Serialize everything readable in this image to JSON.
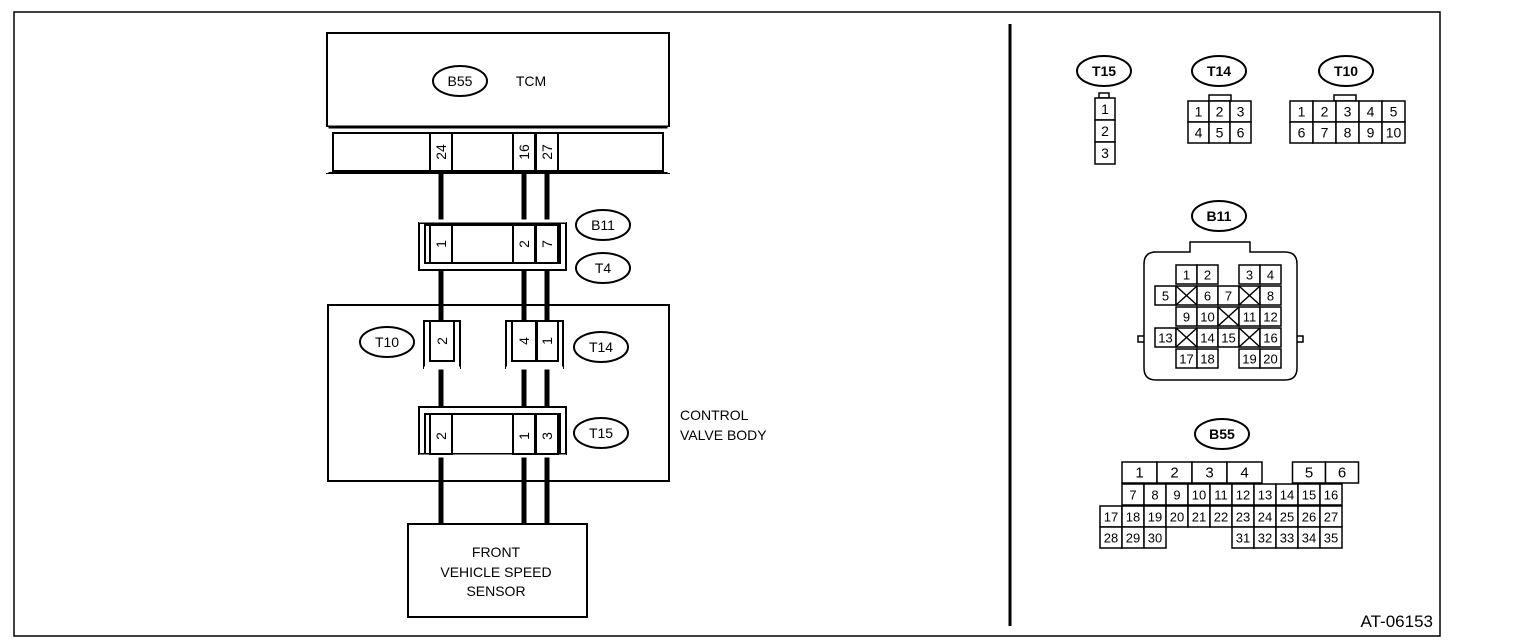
{
  "tcm": {
    "connector": "B55",
    "label": "TCM",
    "pins": [
      "24",
      "16",
      "27"
    ]
  },
  "b11_t4": {
    "connectors": [
      "B11",
      "T4"
    ],
    "pins": [
      "1",
      "2",
      "7"
    ]
  },
  "valve_body": {
    "label_line1": "CONTROL",
    "label_line2": "VALVE BODY",
    "t10": {
      "connector": "T10",
      "pins": [
        "2"
      ]
    },
    "t14": {
      "connector": "T14",
      "pins": [
        "4",
        "1"
      ]
    },
    "t15": {
      "connector": "T15",
      "pins": [
        "2",
        "1",
        "3"
      ]
    }
  },
  "sensor": {
    "line1": "FRONT",
    "line2": "VEHICLE SPEED",
    "line3": "SENSOR"
  },
  "faces": {
    "t15": {
      "label": "T15",
      "pins": [
        "1",
        "2",
        "3"
      ]
    },
    "t14": {
      "label": "T14",
      "rows": [
        [
          "1",
          "2",
          "3"
        ],
        [
          "4",
          "5",
          "6"
        ]
      ]
    },
    "t10": {
      "label": "T10",
      "rows": [
        [
          "1",
          "2",
          "3",
          "4",
          "5"
        ],
        [
          "6",
          "7",
          "8",
          "9",
          "10"
        ]
      ]
    },
    "b11": {
      "label": "B11",
      "row1": [
        "1",
        "2",
        "3",
        "4"
      ],
      "row2": [
        "5",
        "6",
        "7",
        "8"
      ],
      "row3": [
        "9",
        "10",
        "11",
        "12"
      ],
      "row4": [
        "13",
        "14",
        "15",
        "16"
      ],
      "row5": [
        "17",
        "18",
        "19",
        "20"
      ]
    },
    "b55": {
      "label": "B55",
      "row1": [
        "1",
        "2",
        "3",
        "4",
        "5",
        "6"
      ],
      "row2": [
        "7",
        "8",
        "9",
        "10",
        "11",
        "12",
        "13",
        "14",
        "15",
        "16"
      ],
      "row3": [
        "17",
        "18",
        "19",
        "20",
        "21",
        "22",
        "23",
        "24",
        "25",
        "26",
        "27"
      ],
      "row4": [
        "28",
        "29",
        "30",
        "31",
        "32",
        "33",
        "34",
        "35"
      ]
    }
  },
  "figure_id": "AT-06153"
}
